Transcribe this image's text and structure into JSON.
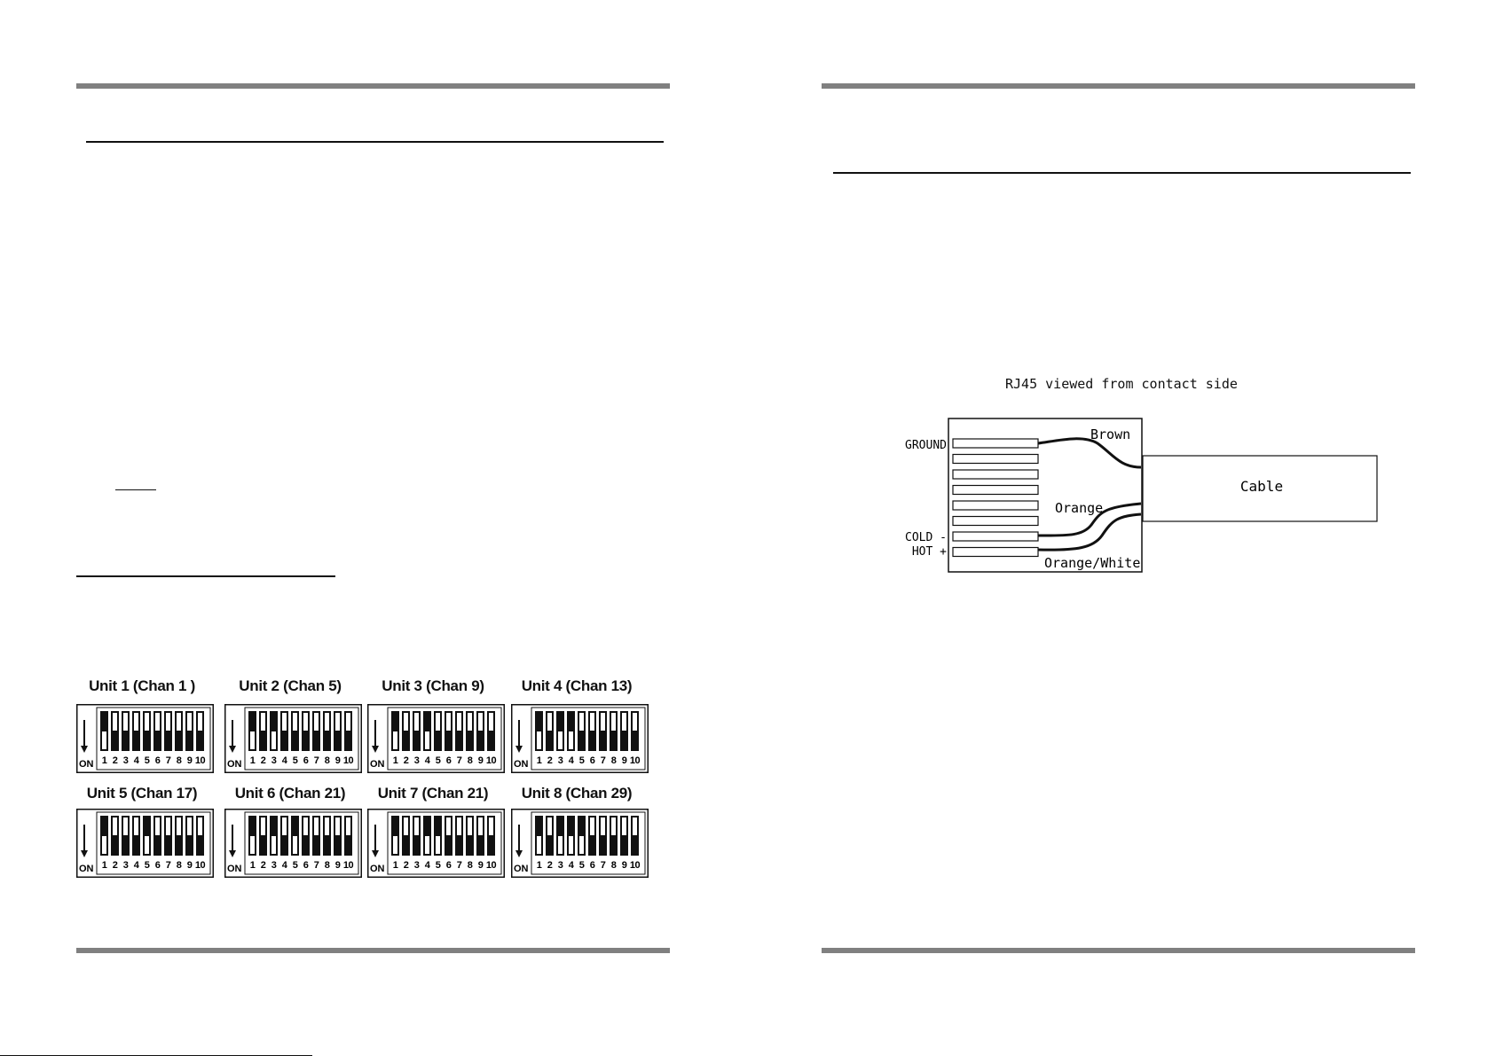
{
  "left_page": {
    "dip_units": [
      {
        "label": "Unit 1 (Chan 1 )",
        "on": [
          1
        ]
      },
      {
        "label": "Unit 2 (Chan 5)",
        "on": [
          1,
          3
        ]
      },
      {
        "label": "Unit 3 (Chan 9)",
        "on": [
          1,
          4
        ]
      },
      {
        "label": "Unit 4 (Chan 13)",
        "on": [
          1,
          3,
          4
        ]
      },
      {
        "label": "Unit 5 (Chan   17)",
        "on": [
          1,
          5
        ]
      },
      {
        "label": "Unit 6   (Chan 21)",
        "on": [
          1,
          3,
          5
        ]
      },
      {
        "label": "Unit 7 (Chan 21)",
        "on": [
          1,
          4,
          5
        ]
      },
      {
        "label": "Unit   8 (Chan 29)",
        "on": [
          1,
          3,
          4,
          5
        ]
      }
    ],
    "on_label": "ON",
    "switch_numbers": [
      "1",
      "2",
      "3",
      "4",
      "5",
      "6",
      "7",
      "8",
      "9",
      "10"
    ]
  },
  "right_page": {
    "caption": "RJ45 viewed from contact side",
    "pin_labels": {
      "ground": "GROUND",
      "cold": "COLD -",
      "hot": "HOT +"
    },
    "wire_labels": {
      "brown": "Brown",
      "orange": "Orange",
      "orange_white": "Orange/White"
    },
    "cable_label": "Cable"
  }
}
